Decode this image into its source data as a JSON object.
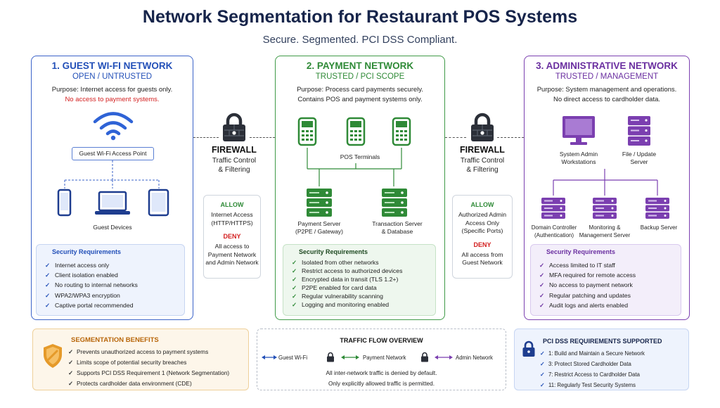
{
  "header": {
    "title": "Network Segmentation for Restaurant POS Systems",
    "subtitle": "Secure. Segmented. PCI DSS Compliant."
  },
  "guest": {
    "title": "1. GUEST WI-FI NETWORK",
    "subtitle": "OPEN / UNTRUSTED",
    "purpose": "Purpose: Internet access for guests only.",
    "warning": "No access to payment systems.",
    "access_point": "Guest Wi-Fi Access Point",
    "devices_label": "Guest Devices",
    "security_title": "Security Requirements",
    "security": [
      "Internet access only",
      "Client isolation enabled",
      "No routing to internal networks",
      "WPA2/WPA3 encryption",
      "Captive portal recommended"
    ]
  },
  "payment": {
    "title": "2. PAYMENT NETWORK",
    "subtitle": "TRUSTED / PCI SCOPE",
    "purpose_line1": "Purpose: Process card payments securely.",
    "purpose_line2": "Contains POS and payment systems only.",
    "pos_label": "POS Terminals",
    "payment_server_line1": "Payment Server",
    "payment_server_line2": "(P2PE / Gateway)",
    "transaction_server_line1": "Transaction Server",
    "transaction_server_line2": "& Database",
    "security_title": "Security Requirements",
    "security": [
      "Isolated from other networks",
      "Restrict access to authorized devices",
      "Encrypted data in transit (TLS 1.2+)",
      "P2PE enabled for card data",
      "Regular vulnerability scanning",
      "Logging and monitoring enabled"
    ]
  },
  "admin": {
    "title": "3. ADMINISTRATIVE NETWORK",
    "subtitle": "TRUSTED / MANAGEMENT",
    "purpose_line1": "Purpose: System management and operations.",
    "purpose_line2": "No direct access to cardholder data.",
    "workstations_line1": "System Admin",
    "workstations_line2": "Workstations",
    "file_server_line1": "File / Update",
    "file_server_line2": "Server",
    "domain_controller_line1": "Domain Controller",
    "domain_controller_line2": "(Authentication)",
    "monitoring_line1": "Monitoring &",
    "monitoring_line2": "Management Server",
    "backup_label": "Backup Server",
    "security_title": "Security Requirements",
    "security": [
      "Access limited to IT staff",
      "MFA required for remote access",
      "No access to payment network",
      "Regular patching and updates",
      "Audit logs and alerts enabled"
    ]
  },
  "firewall_left": {
    "title": "FIREWALL",
    "sub_line1": "Traffic Control",
    "sub_line2": "& Filtering",
    "allow_label": "ALLOW",
    "allow_line1": "Internet Access",
    "allow_line2": "(HTTP/HTTPS)",
    "deny_label": "DENY",
    "deny_line1": "All access to",
    "deny_line2": "Payment Network",
    "deny_line3": "and Admin Network"
  },
  "firewall_right": {
    "title": "FIREWALL",
    "sub_line1": "Traffic Control",
    "sub_line2": "& Filtering",
    "allow_label": "ALLOW",
    "allow_line1": "Authorized Admin",
    "allow_line2": "Access Only",
    "allow_line3": "(Specific Ports)",
    "deny_label": "DENY",
    "deny_line1": "All access from",
    "deny_line2": "Guest Network"
  },
  "benefits": {
    "title": "SEGMENTATION BENEFITS",
    "items": [
      "Prevents unauthorized access to payment systems",
      "Limits scope of potential security breaches",
      "Supports PCI DSS Requirement 1 (Network Segmentation)",
      "Protects cardholder data environment (CDE)"
    ]
  },
  "traffic": {
    "title": "TRAFFIC FLOW OVERVIEW",
    "guest": "Guest Wi-Fi",
    "payment": "Payment Network",
    "admin": "Admin Network",
    "note_line1": "All inter-network traffic is denied by default.",
    "note_line2": "Only explicitly allowed traffic is permitted."
  },
  "pci": {
    "title": "PCI DSS REQUIREMENTS SUPPORTED",
    "items": [
      "1: Build and Maintain a Secure Network",
      "3: Protect Stored Cardholder Data",
      "7: Restrict Access to Cardholder Data",
      "11: Regularly Test Security Systems"
    ]
  },
  "colors": {
    "guest": "#3b63c9",
    "payment": "#3f9a47",
    "admin": "#7b3fb0",
    "deny": "#d32020",
    "benefits": "#e59a2a"
  }
}
